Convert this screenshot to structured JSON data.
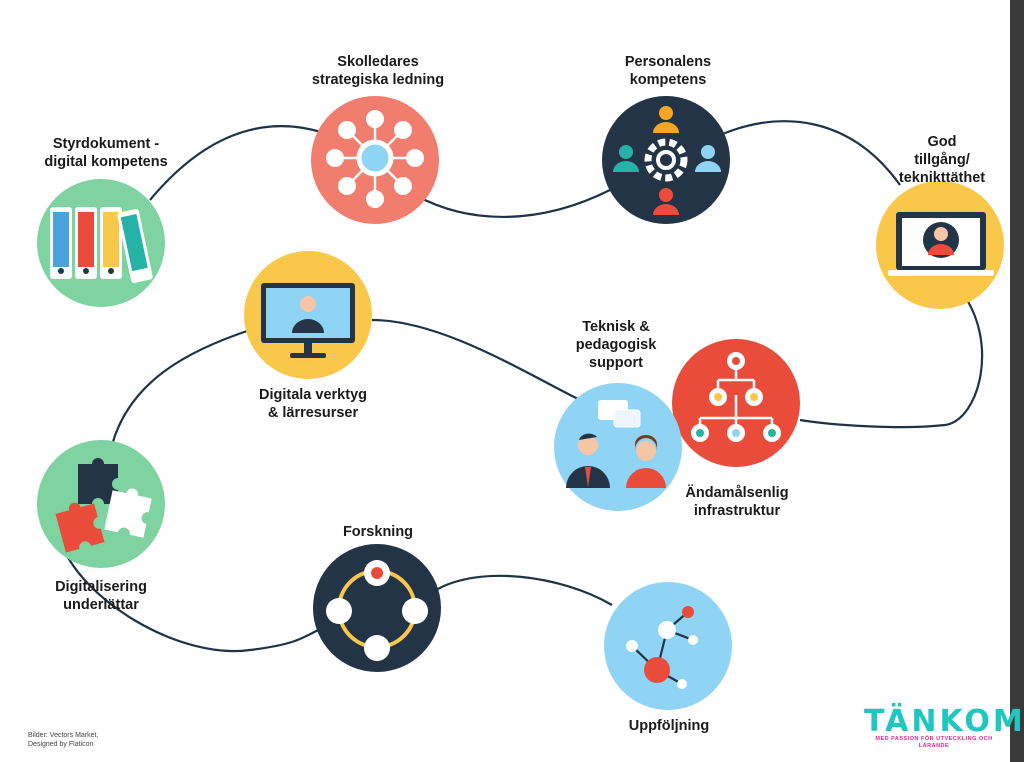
{
  "nodes": [
    {
      "id": "styrdokument",
      "label": "Styrdokument -\ndigital kompetens",
      "color": "#7fd3a0",
      "icon": "binders-icon"
    },
    {
      "id": "skolledares",
      "label": "Skolledares\nstrategiska ledning",
      "color": "#f07d6d",
      "icon": "network-hub-icon"
    },
    {
      "id": "personalens",
      "label": "Personalens\nkompetens",
      "color": "#243447",
      "icon": "team-gear-icon"
    },
    {
      "id": "god-tillgang",
      "label": "God tillgång/\nteknikttäthet",
      "color": "#f9c74a",
      "icon": "laptop-user-icon"
    },
    {
      "id": "digitala-verktyg",
      "label": "Digitala verktyg\n& lärresurser",
      "color": "#f9c74a",
      "icon": "monitor-presenter-icon"
    },
    {
      "id": "teknisk-support",
      "label": "Teknisk &\npedagogisk\nsupport",
      "color": "#8fd3f5",
      "icon": "people-chat-icon"
    },
    {
      "id": "andamalsenlig",
      "label": "Ändamålsenlig\ninfrastruktur",
      "color": "#ea4c3c",
      "icon": "hierarchy-icon"
    },
    {
      "id": "digitalisering",
      "label": "Digitalisering\nunderlättar",
      "color": "#7fd3a0",
      "icon": "puzzle-icon"
    },
    {
      "id": "forskning",
      "label": "Forskning",
      "color": "#243447",
      "icon": "cycle-nodes-icon"
    },
    {
      "id": "uppfoljning",
      "label": "Uppföljning",
      "color": "#8fd3f5",
      "icon": "molecule-icon"
    }
  ],
  "credit": "Bilder: Vectors Market,\nDesigned by Flaticon",
  "logo": {
    "word": "TÄNKOM",
    "tagline": "MED PASSION FÖR UTVECKLING OCH LÄRANDE",
    "word_color": "#20c7c1",
    "tag_color": "#e2258c"
  },
  "path_color": "#1d3447"
}
